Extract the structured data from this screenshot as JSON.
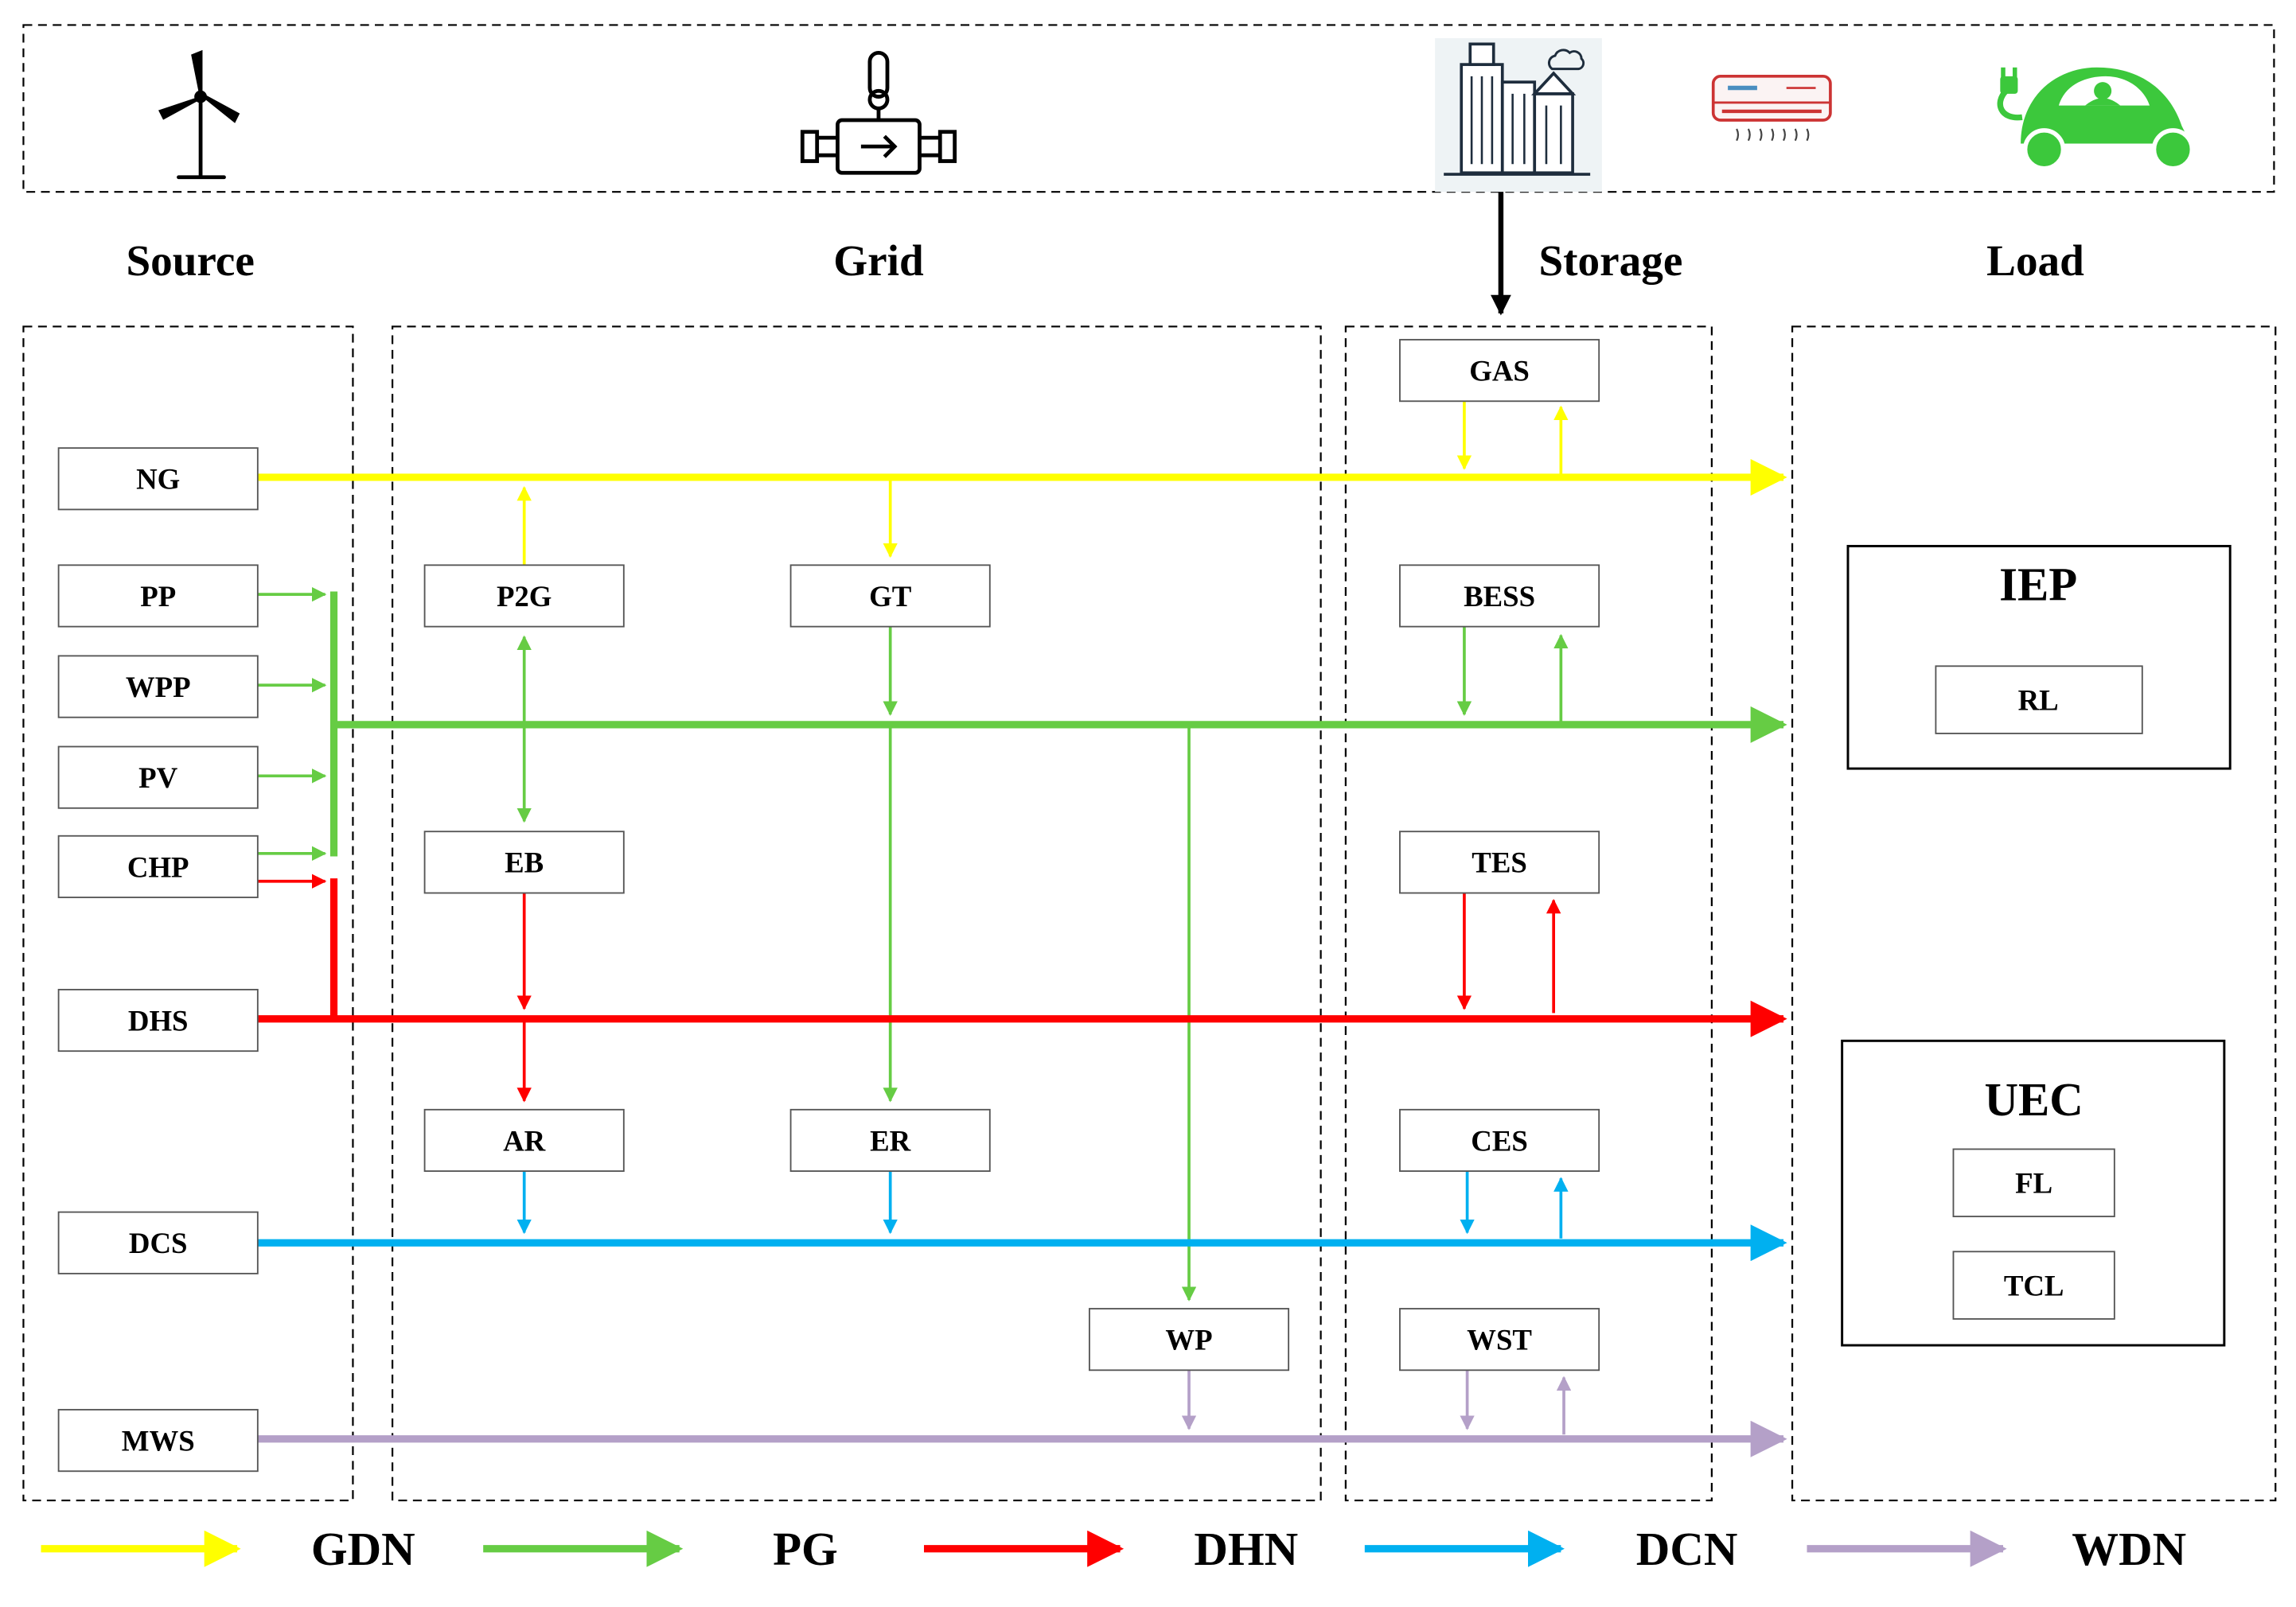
{
  "sections": {
    "source": "Source",
    "grid": "Grid",
    "storage": "Storage",
    "load": "Load"
  },
  "icons": {
    "wind_turbine": "wind-turbine-icon",
    "heat_valve": "heat-meter-valve-icon",
    "buildings": "city-buildings-icon",
    "air_conditioner": "air-conditioner-icon",
    "electric_car": "electric-vehicle-icon"
  },
  "sources": {
    "ng": "NG",
    "pp": "PP",
    "wpp": "WPP",
    "pv": "PV",
    "chp": "CHP",
    "dhs": "DHS",
    "dcs": "DCS",
    "mws": "MWS"
  },
  "grid": {
    "p2g": "P2G",
    "gt": "GT",
    "eb": "EB",
    "ar": "AR",
    "er": "ER",
    "wp": "WP"
  },
  "storage": {
    "gas": "GAS",
    "bess": "BESS",
    "tes": "TES",
    "ces": "CES",
    "wst": "WST"
  },
  "load": {
    "iep": {
      "title": "IEP",
      "items": [
        "RL"
      ]
    },
    "uec": {
      "title": "UEC",
      "items": [
        "FL",
        "TCL"
      ]
    }
  },
  "legend": [
    {
      "label": "GDN",
      "color": "#ffff00"
    },
    {
      "label": "PG",
      "color": "#66cc44"
    },
    {
      "label": "DHN",
      "color": "#ff0000"
    },
    {
      "label": "DCN",
      "color": "#00b0f0"
    },
    {
      "label": "WDN",
      "color": "#b4a0c8"
    }
  ],
  "colors": {
    "gas": "#ffff00",
    "power": "#66cc44",
    "heat": "#ff0000",
    "cooling": "#00b0f0",
    "water": "#b4a0c8"
  }
}
